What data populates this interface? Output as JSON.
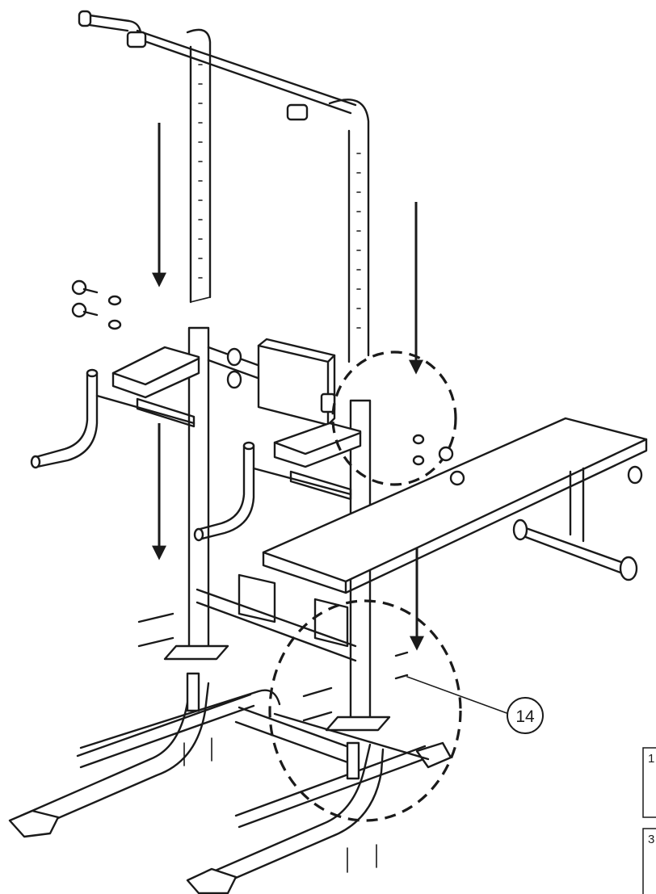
{
  "callout": {
    "part_number": "14"
  },
  "edge_boxes": [
    {
      "label": "1"
    },
    {
      "label": "3"
    }
  ]
}
